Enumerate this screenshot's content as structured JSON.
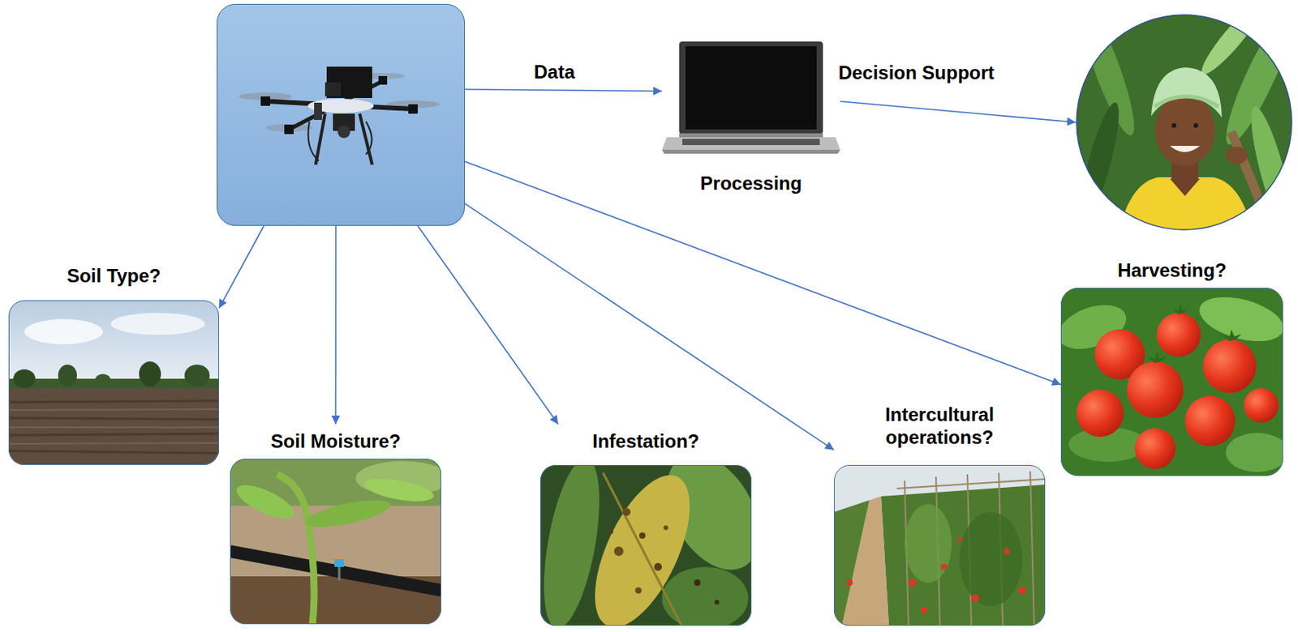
{
  "diagram": {
    "nodes": [
      {
        "text": []
      },
      {
        "text": [
          "Processing"
        ]
      },
      {
        "text": []
      },
      {
        "text": [
          "Soil Type?"
        ]
      },
      {
        "text": [
          "Soil Moisture?"
        ]
      },
      {
        "text": [
          "Infestation?"
        ]
      },
      {
        "text": [
          "Intercultural operations?"
        ]
      },
      {
        "text": [
          "Harvesting?"
        ]
      }
    ],
    "edges": [
      {
        "from": 0,
        "to": 1,
        "arrow": "to",
        "label": "Data"
      },
      {
        "from": 1,
        "to": 2,
        "arrow": "to",
        "label": "Decision Support"
      },
      {
        "from": 0,
        "to": 3,
        "arrow": "to"
      },
      {
        "from": 0,
        "to": 4,
        "arrow": "to"
      },
      {
        "from": 0,
        "to": 5,
        "arrow": "to"
      },
      {
        "from": 0,
        "to": 6,
        "arrow": "to"
      },
      {
        "from": 0,
        "to": 7,
        "arrow": "to"
      }
    ]
  }
}
